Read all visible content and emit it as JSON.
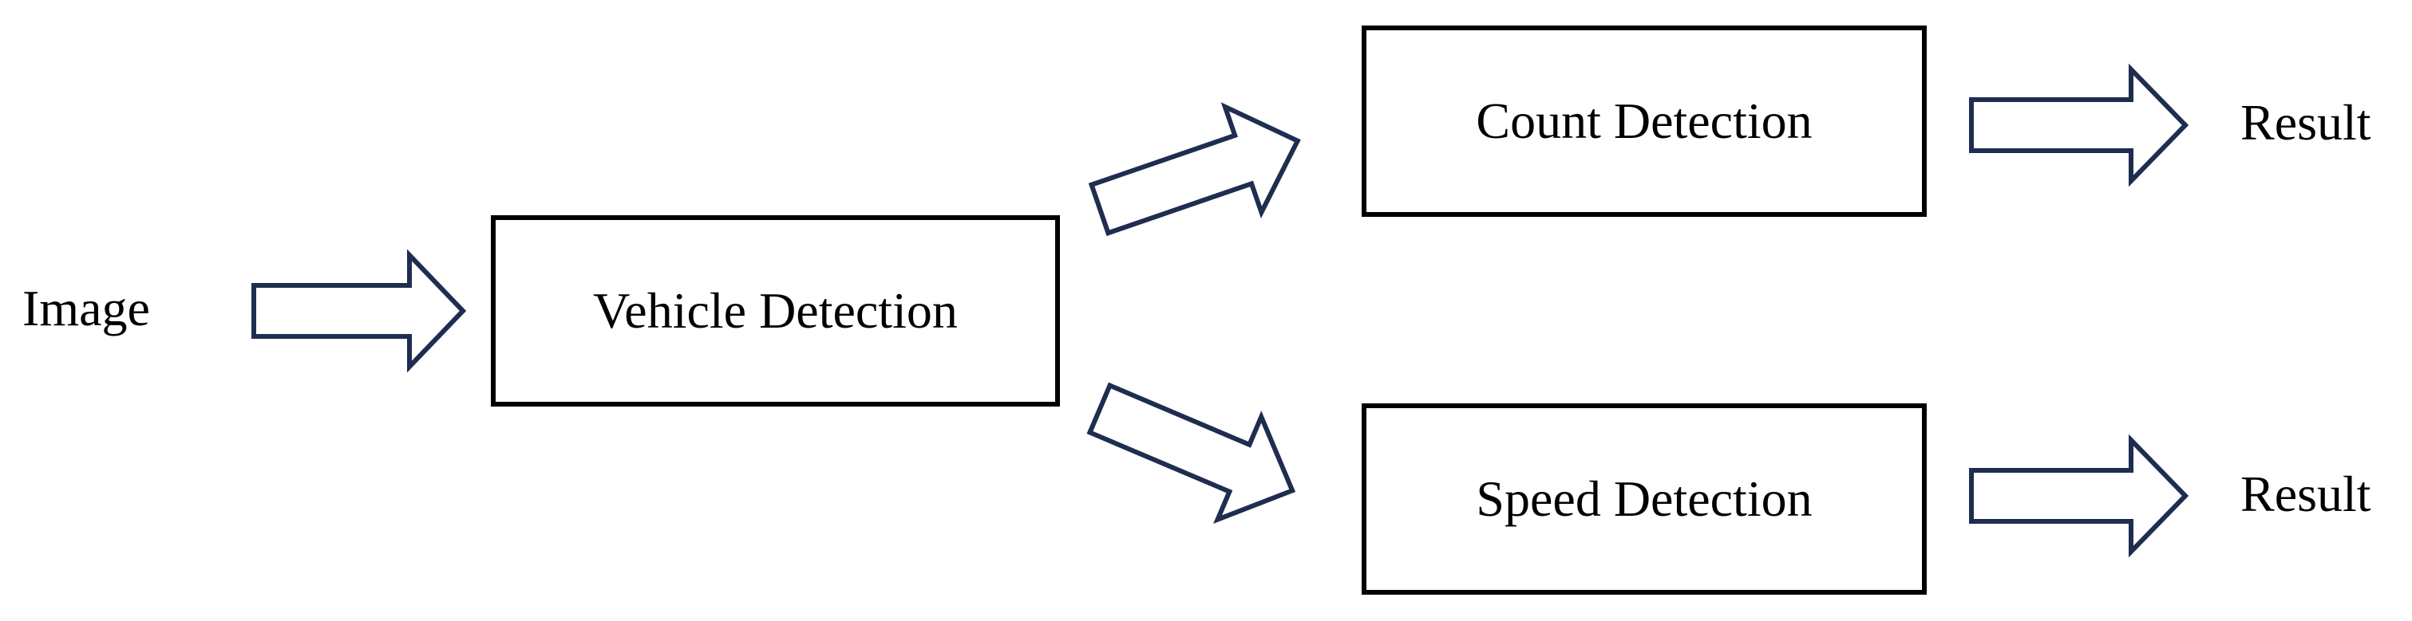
{
  "input_label": "Image",
  "stages": {
    "vehicle": "Vehicle Detection",
    "count": "Count Detection",
    "speed": "Speed Detection"
  },
  "outputs": {
    "count_result": "Result",
    "speed_result": "Result"
  },
  "colors": {
    "arrow_stroke": "#1e2d50",
    "box_border": "#000000"
  },
  "icons": {
    "flow_arrow": "hollow-block-arrow"
  }
}
